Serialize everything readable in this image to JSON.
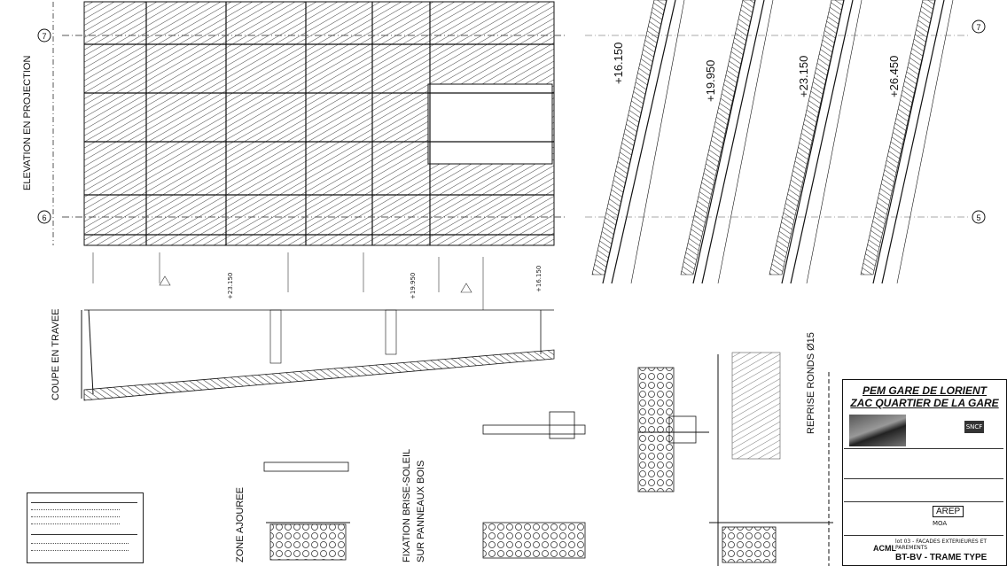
{
  "drawing": {
    "labels": {
      "elevation": "ELEVATION EN PROJECTION",
      "coupe": "COUPE EN TRAVEE",
      "fixation_line1": "FIXATION BRISE-SOLEIL",
      "fixation_line2": "SUR PANNEAUX BOIS",
      "zone": "ZONE AJOUREE",
      "reprise": "REPRISE RONDS Ø15"
    },
    "levels": [
      "+16.150",
      "+19.950",
      "+23.150",
      "+26.450"
    ],
    "small_levels": [
      "+23.150",
      "+19.950",
      "+16.150"
    ],
    "grid_markers": [
      "7",
      "6",
      "5"
    ]
  },
  "title_block": {
    "project_line1": "PEM GARE DE LORIENT",
    "project_line2": "ZAC QUARTIER DE LA GARE",
    "client_logo": "SNCF",
    "architect": "AREP",
    "role": "MOA",
    "engineer": "ACML",
    "lot": "lot 03 - FACADES EXTERIEURES ET PAREMENTS",
    "plan_title": "BT-BV - TRAME TYPE"
  },
  "colors": {
    "ink": "#111111",
    "paper": "#ffffff",
    "hatch": "#333333"
  }
}
